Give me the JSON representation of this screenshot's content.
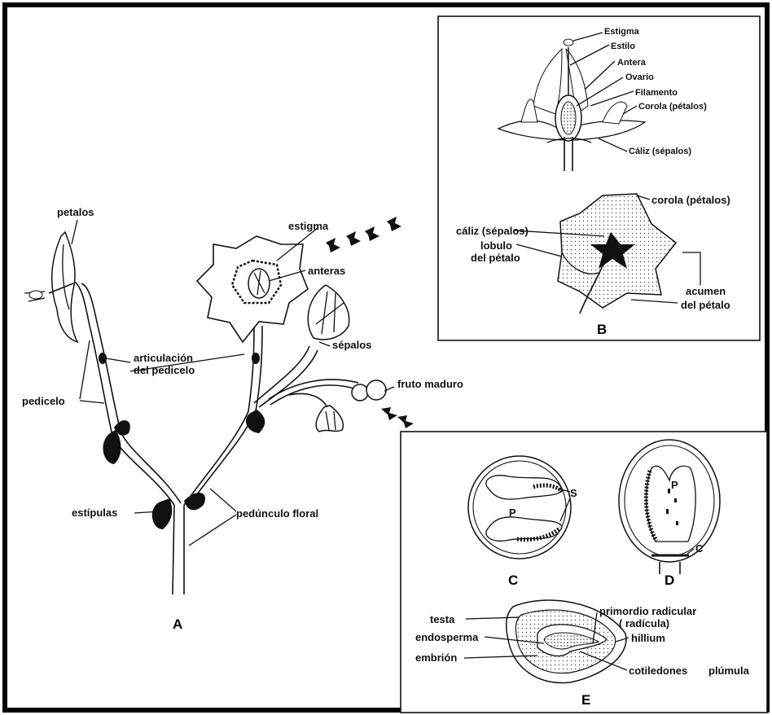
{
  "panelA": {
    "letter": "A",
    "labels": {
      "petalos": "petalos",
      "pedicelo": "pedicelo",
      "articulacion1": "articulación",
      "articulacion2": "del pedicelo",
      "estigma": "estigma",
      "anteras": "anteras",
      "sepalos": "sépalos",
      "fruto": "fruto maduro",
      "estipulas": "estípulas",
      "peduncle": "pedúnculo floral"
    }
  },
  "panelB": {
    "letter": "B",
    "labels": {
      "estigma": "Estigma",
      "estilo": "Estilo",
      "antera": "Antera",
      "ovario": "Ovario",
      "filamento": "Filamento",
      "corola": "Corola (pétalos)",
      "caliz": "Cáliz (sépalos)",
      "corola2": "corola (pétalos)",
      "caliz2": "cáliz (sépalos)",
      "lobulo1": "lobulo",
      "lobulo2": "del pétalo",
      "acumen1": "acumen",
      "acumen2": "del pétalo"
    }
  },
  "panelC": {
    "letter": "C",
    "labels": {
      "p": "P",
      "s": "S"
    }
  },
  "panelD": {
    "letter": "D",
    "labels": {
      "p": "P",
      "c": "C"
    }
  },
  "panelE": {
    "letter": "E",
    "labels": {
      "testa": "testa",
      "endosperma": "endosperma",
      "embrion": "embrión",
      "primordio1": "primordio radicular",
      "primordio2": "( radícula)",
      "hillium": "hillium",
      "cotiledones": "cotiledones",
      "plumula": "plúmula"
    }
  }
}
